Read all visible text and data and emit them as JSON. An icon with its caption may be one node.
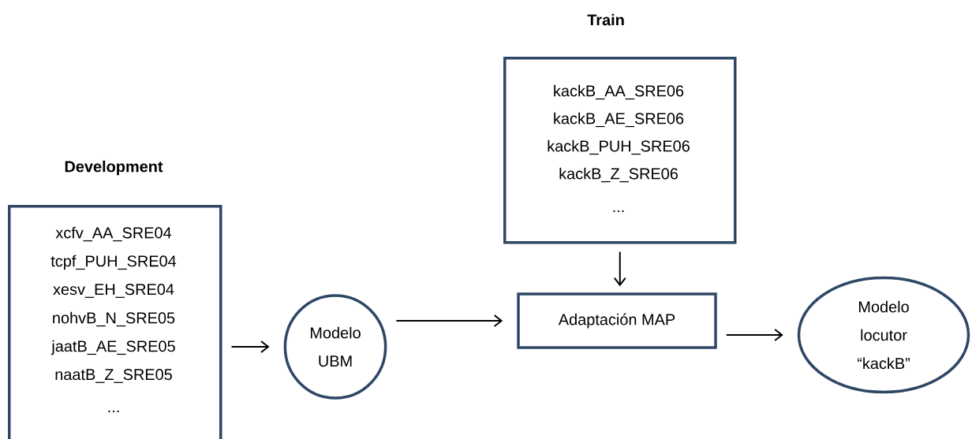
{
  "diagram": {
    "nodes": [
      {
        "text": [
          "Development",
          "xcfv_AA_SRE04",
          "tcpf_PUH_SRE04",
          "xesv_EH_SRE04",
          "nohvB_N_SRE05",
          "jaatB_AE_SRE05",
          "naatB_Z_SRE05",
          "..."
        ]
      },
      {
        "text": [
          "Modelo UBM"
        ]
      },
      {
        "text": [
          "Train",
          "kackB_AA_SRE06",
          "kackB_AE_SRE06",
          "kackB_PUH_SRE06",
          "kackB_Z_SRE06",
          "..."
        ]
      },
      {
        "text": [
          "Adaptación MAP"
        ]
      },
      {
        "text": [
          "Modelo locutor “kackB”"
        ]
      }
    ],
    "edges": [
      {
        "from": 0,
        "to": 1,
        "arrow": "to"
      },
      {
        "from": 1,
        "to": 3,
        "arrow": "to"
      },
      {
        "from": 2,
        "to": 3,
        "arrow": "to"
      },
      {
        "from": 3,
        "to": 4,
        "arrow": "to"
      }
    ]
  }
}
